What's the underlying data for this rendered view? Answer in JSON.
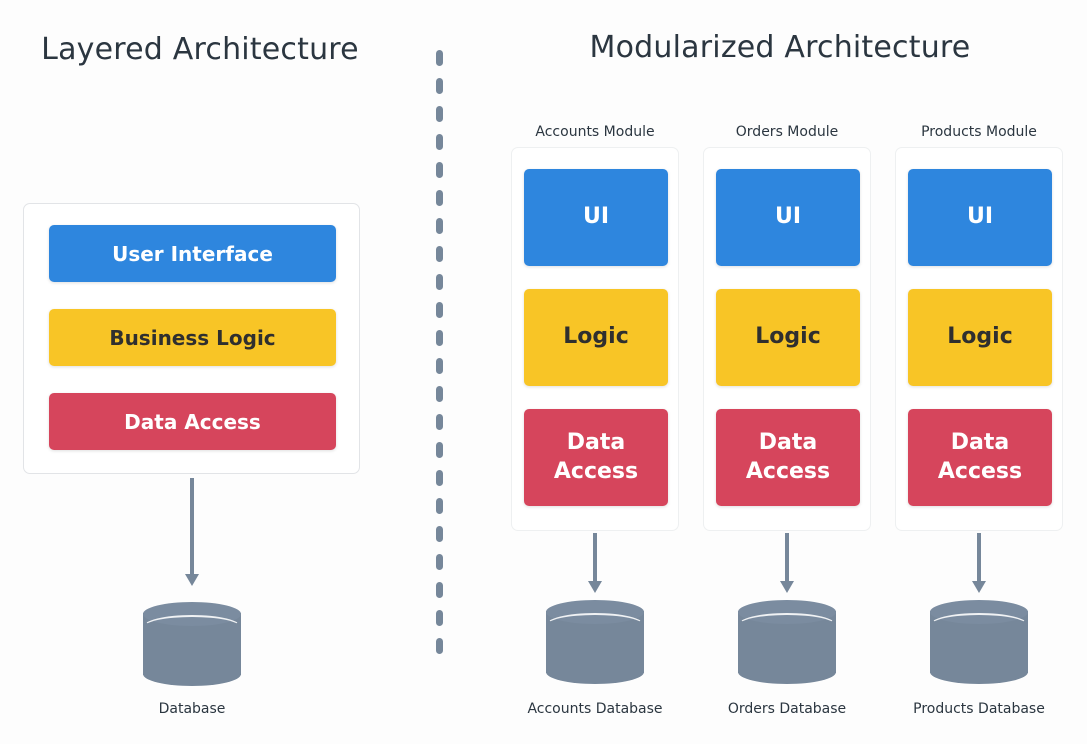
{
  "palette": {
    "background": "#fdfdfd",
    "title_text": "#2b3640",
    "ui_blue": "#2e86de",
    "logic_yellow": "#f8c526",
    "data_red": "#d6455c",
    "database_gray": "#76879a",
    "card_border": "#e2e4e7"
  },
  "left_panel": {
    "title": "Layered Architecture",
    "layers": [
      {
        "label": "User Interface",
        "color": "#2e86de",
        "text_color": "#ffffff"
      },
      {
        "label": "Business Logic",
        "color": "#f8c526",
        "text_color": "#2f2f2f"
      },
      {
        "label": "Data Access",
        "color": "#d6455c",
        "text_color": "#ffffff"
      }
    ],
    "database": {
      "label": "Database"
    }
  },
  "right_panel": {
    "title": "Modularized Architecture",
    "modules": [
      {
        "label": "Accounts Module",
        "layers": [
          {
            "label": "UI"
          },
          {
            "label": "Logic"
          },
          {
            "label_line1": "Data",
            "label_line2": "Access"
          }
        ],
        "database": {
          "label": "Accounts Database"
        }
      },
      {
        "label": "Orders Module",
        "layers": [
          {
            "label": "UI"
          },
          {
            "label": "Logic"
          },
          {
            "label_line1": "Data",
            "label_line2": "Access"
          }
        ],
        "database": {
          "label": "Orders Database"
        }
      },
      {
        "label": "Products Module",
        "layers": [
          {
            "label": "UI"
          },
          {
            "label": "Logic"
          },
          {
            "label_line1": "Data",
            "label_line2": "Access"
          }
        ],
        "database": {
          "label": "Products Database"
        }
      }
    ]
  },
  "divider": {
    "style": "dashed-vertical",
    "color": "#76879a"
  }
}
